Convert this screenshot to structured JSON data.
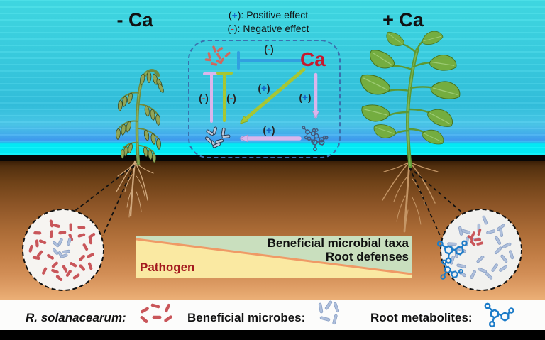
{
  "figure": {
    "left_condition": "- Ca",
    "right_condition": "+ Ca"
  },
  "effect_key": {
    "positive": {
      "open": "(",
      "sign": "+",
      "close": ")",
      "text": ": Positive effect"
    },
    "negative": {
      "open": "(",
      "sign": "-",
      "close": ")",
      "text": ": Negative effect"
    }
  },
  "diagram": {
    "ca_label": "Ca",
    "edges": {
      "ca_inhibits_pathogen": {
        "open": "(",
        "sign": "-",
        "close": ")"
      },
      "metabolites_inhibit_pathogen": {
        "open": "(",
        "sign": "-",
        "close": ")"
      },
      "microbes_inhibit_pathogen": {
        "open": "(",
        "sign": "-",
        "close": ")"
      },
      "ca_promotes_microbes": {
        "open": "(",
        "sign": "+",
        "close": ")"
      },
      "ca_promotes_metabolites": {
        "open": "(",
        "sign": "+",
        "close": ")"
      },
      "metabolites_promote_microbes": {
        "open": "(",
        "sign": "+",
        "close": ")"
      }
    }
  },
  "wedge": {
    "pathogen_label": "Pathogen",
    "beneficial_label_line1": "Beneficial microbial taxa",
    "beneficial_label_line2": "Root defenses"
  },
  "footer_legend": {
    "items": [
      {
        "label": "R. solanacearum:",
        "icon": "red-bacteria-icon"
      },
      {
        "label": "Beneficial microbes:",
        "icon": "blue-bacteria-icon"
      },
      {
        "label": "Root metabolites:",
        "icon": "molecule-icon"
      }
    ]
  },
  "colors": {
    "ca_text": "#c51a30",
    "positive_sign": "#1563c8",
    "negative_sign": "#d42424",
    "pathogen_text": "#a3191e",
    "wedge_yellow": "#fae9a2",
    "wedge_green": "#c9dfbe",
    "wedge_diagonal": "#ef9a66",
    "pathogen_microbe": "#c9565a",
    "pathogen_microbe_diagram": "#d0685e",
    "beneficial_microbe": "#aebfdc",
    "beneficial_microbe_outline": "#8aa0c4",
    "root_metabolite": "#1d7cc8",
    "metabolite_diagram": "#44587a",
    "inhibit_line_blue": "#31a0e0",
    "promote_line_green": "#a6c633",
    "metabolite_line_lavender": "#dab6ec",
    "diagram_box_border": "#3a70ae",
    "sky_top": "#41dde6",
    "sky_cyan_band": "#04f0fa",
    "soil_dark": "#53300f",
    "soil_light": "#ecb077"
  }
}
